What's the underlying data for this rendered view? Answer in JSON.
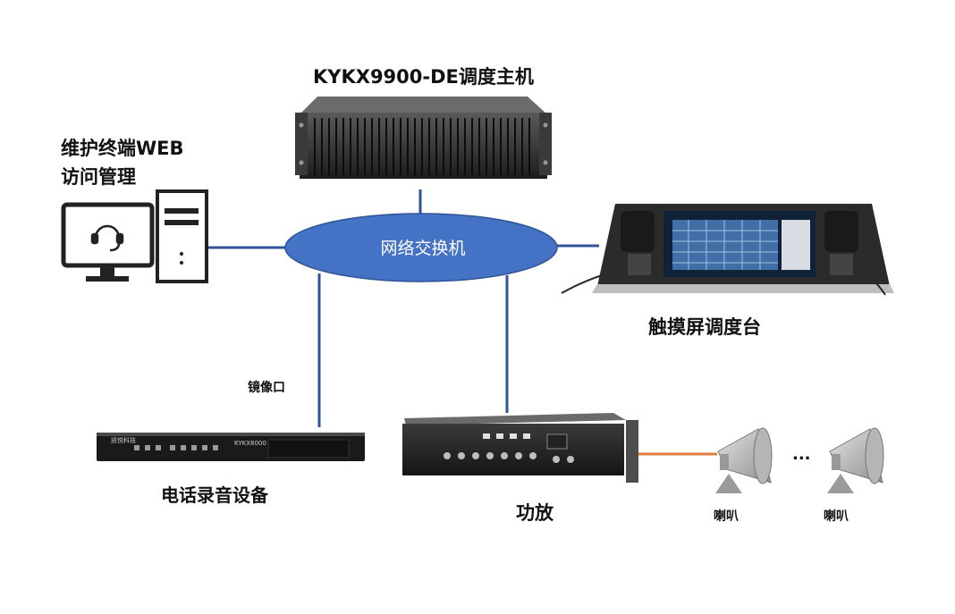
{
  "diagram": {
    "switch": {
      "label": "网络交换机"
    },
    "server": {
      "label": "KYKX9900-DE调度主机"
    },
    "maintenance": {
      "label_line1": "维护终端WEB",
      "label_line2": "访问管理"
    },
    "touch_console": {
      "label": "触摸屏调度台"
    },
    "mirror_port": {
      "label": "镜像口"
    },
    "recorder": {
      "label": "电话录音设备",
      "front_text": "KYKX8000",
      "brand_text": "凯悦科技"
    },
    "amplifier": {
      "label": "功放"
    },
    "speakers": [
      {
        "label": "喇叭"
      },
      {
        "label": "喇叭"
      }
    ],
    "ellipsis": "...",
    "colors": {
      "switch_fill": "#4472c4",
      "switch_stroke": "#2f5597",
      "network_line": "#2f5597",
      "audio_line": "#e07b39"
    }
  }
}
